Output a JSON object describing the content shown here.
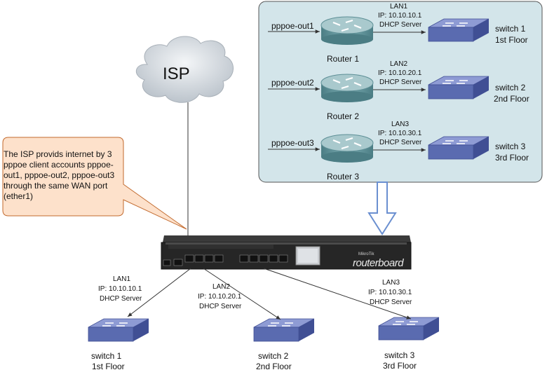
{
  "isp": {
    "label": "ISP"
  },
  "callout": {
    "text": "The ISP provids internet by 3 pppoe client accounts pppoe-out1, pppoe-out2, pppoe-out3 through the same WAN port (ether1)"
  },
  "routerboard": {
    "brand": "routerboard",
    "vendor": "MikroTik"
  },
  "virtual_routers": [
    {
      "pppoe": "pppoe-out1",
      "router": "Router 1",
      "lan": "LAN1",
      "ip": "IP: 10.10.10.1",
      "dhcp": "DHCP Server",
      "switch": "switch 1",
      "floor": "1st Floor"
    },
    {
      "pppoe": "pppoe-out2",
      "router": "Router 2",
      "lan": "LAN2",
      "ip": "IP: 10.10.20.1",
      "dhcp": "DHCP Server",
      "switch": "switch 2",
      "floor": "2nd Floor"
    },
    {
      "pppoe": "pppoe-out3",
      "router": "Router 3",
      "lan": "LAN3",
      "ip": "IP: 10.10.30.1",
      "dhcp": "DHCP Server",
      "switch": "switch 3",
      "floor": "3rd Floor"
    }
  ],
  "physical_lans": [
    {
      "lan": "LAN1",
      "ip": "IP: 10.10.10.1",
      "dhcp": "DHCP Server",
      "switch": "switch 1",
      "floor": "1st Floor"
    },
    {
      "lan": "LAN2",
      "ip": "IP: 10.10.20.1",
      "dhcp": "DHCP Server",
      "switch": "switch 2",
      "floor": "2nd Floor"
    },
    {
      "lan": "LAN3",
      "ip": "IP: 10.10.30.1",
      "dhcp": "DHCP Server",
      "switch": "switch 3",
      "floor": "3rd Floor"
    }
  ],
  "colors": {
    "panel_fill": "#d3e5ea",
    "panel_stroke": "#555555",
    "callout_fill": "#fde1cb",
    "callout_stroke": "#c26a2e",
    "switch_front": "#5a6bb0",
    "switch_top": "#8e9bd4",
    "switch_side": "#404f94",
    "router_body": "#5d8f96",
    "router_top": "#a9c9cd",
    "arrow_blue": "#6a8fd0"
  }
}
